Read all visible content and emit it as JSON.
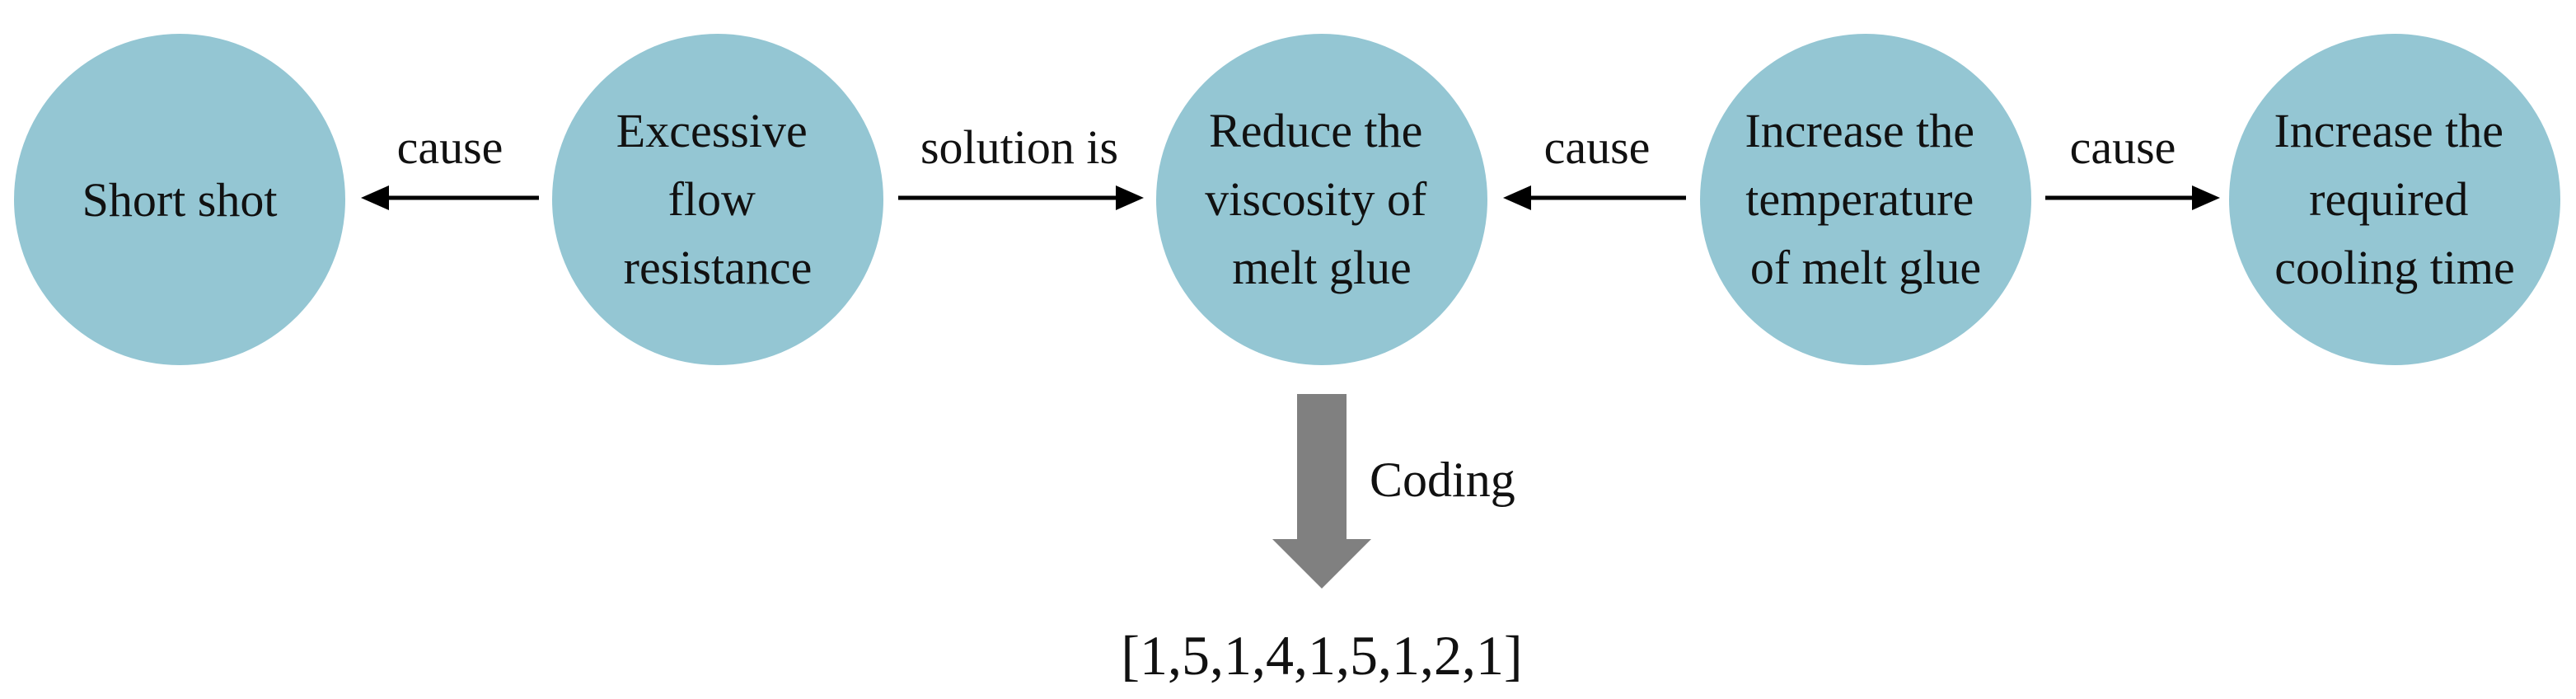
{
  "colors": {
    "node_fill": "#94C6D3",
    "block_arrow": "#808080",
    "text": "#111111"
  },
  "nodes": [
    {
      "id": "short-shot",
      "lines": [
        "Short shot"
      ]
    },
    {
      "id": "excessive-flow-resistance",
      "lines": [
        "Excessive",
        "flow",
        "resistance"
      ]
    },
    {
      "id": "reduce-viscosity",
      "lines": [
        "Reduce the",
        "viscosity of",
        "melt glue"
      ]
    },
    {
      "id": "increase-temperature",
      "lines": [
        "Increase the",
        "temperature",
        "of melt glue"
      ]
    },
    {
      "id": "increase-cooling-time",
      "lines": [
        "Increase the",
        "required",
        "cooling time"
      ]
    }
  ],
  "edges": [
    {
      "from": "excessive-flow-resistance",
      "to": "short-shot",
      "label": "cause"
    },
    {
      "from": "excessive-flow-resistance",
      "to": "reduce-viscosity",
      "label": "solution is"
    },
    {
      "from": "increase-temperature",
      "to": "reduce-viscosity",
      "label": "cause"
    },
    {
      "from": "increase-temperature",
      "to": "increase-cooling-time",
      "label": "cause"
    }
  ],
  "coding": {
    "label": "Coding",
    "result": "[1,5,1,4,1,5,1,2,1]"
  }
}
